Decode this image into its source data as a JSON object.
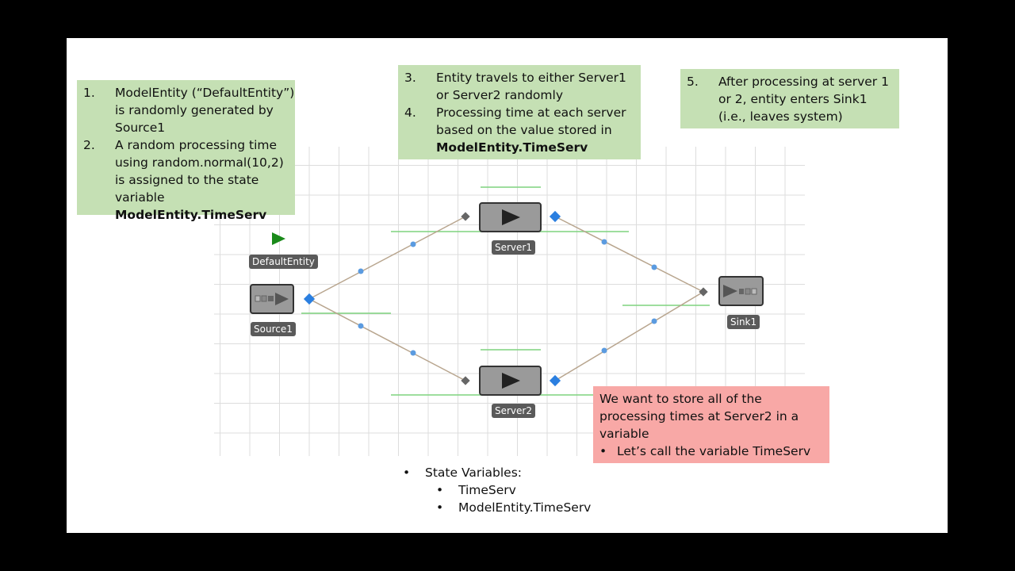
{
  "note1": {
    "items": [
      {
        "num": "1.",
        "text": "ModelEntity (“DefaultEntity”) is randomly generated by Source1"
      },
      {
        "num": "2.",
        "text": "A random processing time using random.normal(10,2) is assigned to the state variable ",
        "bold": "ModelEntity.TimeServ"
      }
    ]
  },
  "note2": {
    "items": [
      {
        "num": "3.",
        "text": "Entity travels to either Server1 or Server2 randomly"
      },
      {
        "num": "4.",
        "text": "Processing time at each server based on the value stored in ",
        "bold": "ModelEntity.TimeServ"
      }
    ]
  },
  "note3": {
    "items": [
      {
        "num": "5.",
        "text": "After processing at server 1 or 2, entity enters Sink1 (i.e., leaves system)"
      }
    ]
  },
  "callout": {
    "text": "We want to store all of the processing times at Server2 in a variable",
    "bullet": "Let’s call the variable TimeServ"
  },
  "state_vars": {
    "title": "State Variables:",
    "items": [
      "TimeServ",
      "ModelEntity.TimeServ"
    ]
  },
  "model": {
    "entity": "DefaultEntity",
    "source": "Source1",
    "server1": "Server1",
    "server2": "Server2",
    "sink": "Sink1"
  },
  "colors": {
    "note": "#c5e0b4",
    "callout": "#f8a8a6",
    "entity": "#1a8a1a",
    "node_out": "#2b7fe0",
    "node_in": "#666666",
    "path": "#b8a58e"
  }
}
